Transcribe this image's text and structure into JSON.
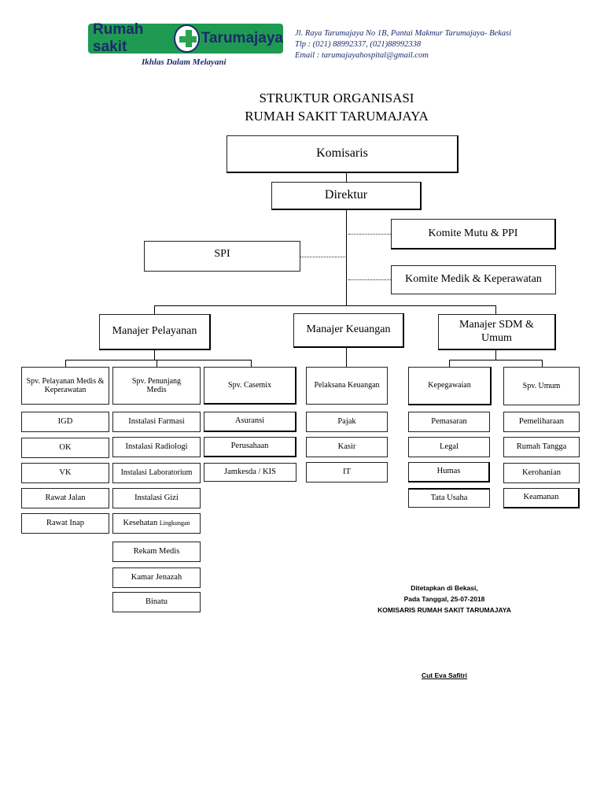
{
  "header": {
    "logo_left": "Rumah sakit",
    "logo_right": "Tarumajaya",
    "tagline": "Ikhlas Dalam Melayani",
    "address": "Jl. Raya Tarumajaya No 1B, Pantai Makmur Tarumajaya- Bekasi",
    "phone": "Tlp : (021) 88992337, (021)88992338",
    "email": "Email : tarumajayahospital@gmail.com"
  },
  "title": {
    "line1": "STRUKTUR ORGANISASI",
    "line2": "RUMAH SAKIT TARUMAJAYA"
  },
  "org": {
    "komisaris": "Komisaris",
    "direktur": "Direktur",
    "komite_mutu": "Komite Mutu & PPI",
    "spi": "SPI",
    "komite_medik": "Komite Medik & Keperawatan",
    "manajer_pelayanan": "Manajer Pelayanan",
    "manajer_keuangan": "Manajer Keuangan",
    "manajer_sdm": "Manajer SDM & Umum",
    "spv_pelayanan": "Spv. Pelayanan Medis & Keperawatan",
    "spv_penunjang": "Spv. Penunjang Medis",
    "spv_casemix": "Spv. Casemix",
    "pelaksana_keuangan": "Pelaksana Keuangan",
    "kepegawaian": "Kepegawaian",
    "spv_umum": "Spv. Umum",
    "col_pelayanan": [
      "IGD",
      "OK",
      "VK",
      "Rawat Jalan",
      "Rawat Inap"
    ],
    "col_penunjang": [
      "Instalasi Farmasi",
      "Instalasi Radiologi",
      "Instalasi Laboratorium",
      "Instalasi Gizi",
      "Kesehatan",
      "Rekam Medis",
      "Kamar Jenazah",
      "Binatu"
    ],
    "penunjang_small": "Lingkungan",
    "col_casemix": [
      "Asuransi",
      "Perusahaan",
      "Jamkesda / KIS"
    ],
    "col_keuangan": [
      "Pajak",
      "Kasir",
      "IT"
    ],
    "col_kepegawaian": [
      "Pemasaran",
      "Legal",
      "Humas",
      "Tata Usaha"
    ],
    "col_umum": [
      "Pemeliharaan",
      "Rumah Tangga",
      "Kerohanian",
      "Keamanan"
    ]
  },
  "signature": {
    "line1": "Ditetapkan di Bekasi,",
    "line2": "Pada Tanggal, 25-07-2018",
    "line3": "KOMISARIS RUMAH SAKIT TARUMAJAYA",
    "name": "Cut Eva Safitri"
  },
  "colors": {
    "logo_green": "#1f9a52",
    "logo_navy": "#1b2a6b"
  }
}
